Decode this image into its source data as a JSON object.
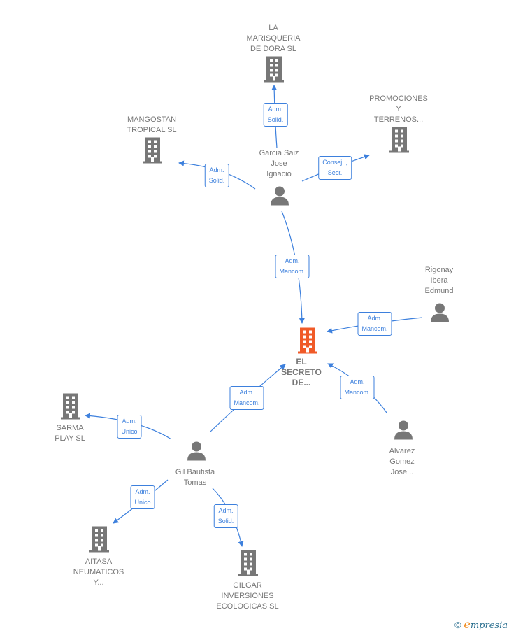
{
  "nodes": {
    "la_marisqueria": {
      "lines": [
        "LA",
        "MARISQUERIA",
        "DE DORA  SL"
      ],
      "type": "company"
    },
    "promociones": {
      "lines": [
        "PROMOCIONES",
        "Y",
        "TERRENOS..."
      ],
      "type": "company"
    },
    "mangostan": {
      "lines": [
        "MANGOSTAN",
        "TROPICAL  SL"
      ],
      "type": "company"
    },
    "garcia": {
      "lines": [
        "Garcia Saiz",
        "Jose",
        "Ignacio"
      ],
      "type": "person"
    },
    "rigonay": {
      "lines": [
        "Rigonay",
        "Ibera",
        "Edmund"
      ],
      "type": "person"
    },
    "el_secreto": {
      "lines": [
        "EL",
        "SECRETO",
        "DE..."
      ],
      "type": "main-company"
    },
    "sarma": {
      "lines": [
        "SARMA",
        "PLAY  SL"
      ],
      "type": "company"
    },
    "gil": {
      "lines": [
        "Gil Bautista",
        "Tomas"
      ],
      "type": "person"
    },
    "alvarez": {
      "lines": [
        "Alvarez",
        "Gomez",
        "Jose..."
      ],
      "type": "person"
    },
    "aitasa": {
      "lines": [
        "AITASA",
        "NEUMATICOS",
        "Y..."
      ],
      "type": "company"
    },
    "gilgar": {
      "lines": [
        "GILGAR",
        "INVERSIONES",
        "ECOLOGICAS SL"
      ],
      "type": "company"
    }
  },
  "edges": [
    {
      "from": "garcia",
      "to": "la_marisqueria",
      "lines": [
        "Adm.",
        "Solid."
      ]
    },
    {
      "from": "garcia",
      "to": "mangostan",
      "lines": [
        "Adm.",
        "Solid."
      ]
    },
    {
      "from": "garcia",
      "to": "promociones",
      "lines": [
        "Consej. ,",
        "Secr."
      ]
    },
    {
      "from": "garcia",
      "to": "el_secreto",
      "lines": [
        "Adm.",
        "Mancom."
      ]
    },
    {
      "from": "rigonay",
      "to": "el_secreto",
      "lines": [
        "Adm.",
        "Mancom."
      ]
    },
    {
      "from": "gil",
      "to": "el_secreto",
      "lines": [
        "Adm.",
        "Mancom."
      ]
    },
    {
      "from": "alvarez",
      "to": "el_secreto",
      "lines": [
        "Adm.",
        "Mancom."
      ]
    },
    {
      "from": "gil",
      "to": "sarma",
      "lines": [
        "Adm.",
        "Unico"
      ]
    },
    {
      "from": "gil",
      "to": "aitasa",
      "lines": [
        "Adm.",
        "Unico"
      ]
    },
    {
      "from": "gil",
      "to": "gilgar",
      "lines": [
        "Adm.",
        "Solid."
      ]
    }
  ],
  "colors": {
    "edge": "#3d80dd",
    "icon": "#777777",
    "main": "#f05a28"
  },
  "footer": {
    "copyright": "©",
    "brand_e": "e",
    "brand_rest": "mpresia"
  }
}
